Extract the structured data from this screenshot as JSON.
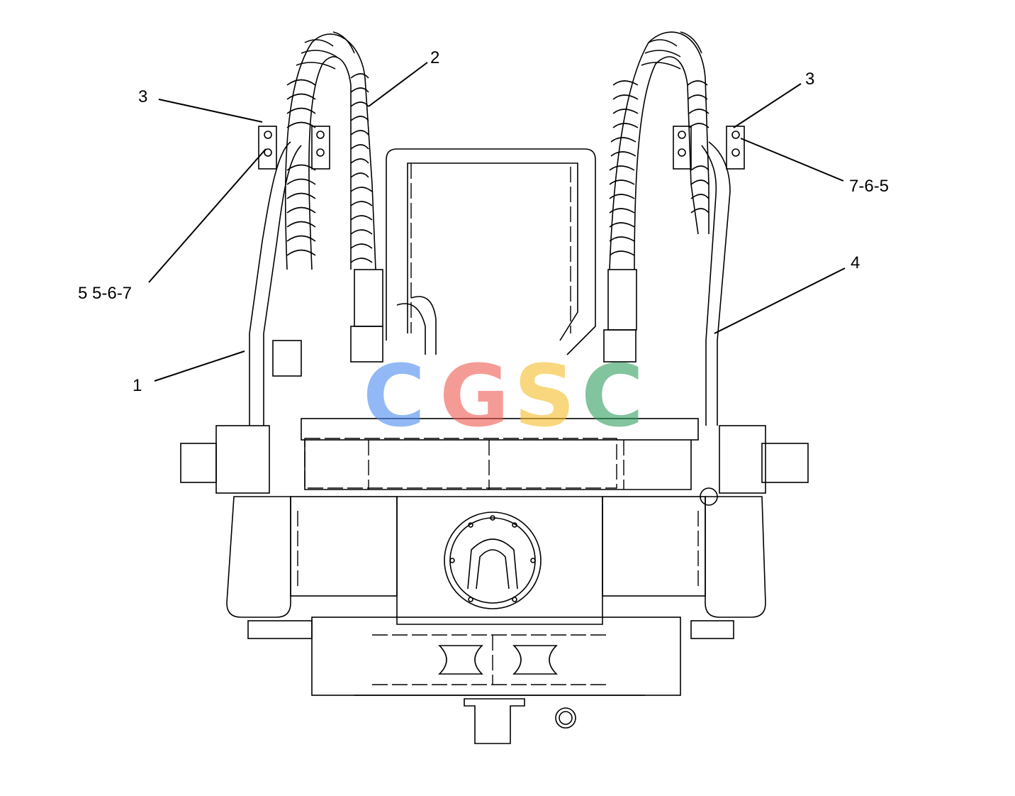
{
  "callouts": {
    "c1": "1",
    "c2": "2",
    "c3_left": "3",
    "c3_right": "3",
    "c4": "4",
    "c5_left": "5-6-7",
    "c5_left_prefix": "5",
    "c7_right": "7-6-5"
  },
  "watermark": {
    "letters": [
      "C",
      "G",
      "S",
      "C"
    ],
    "colors": [
      "#4a8cf0",
      "#ef5a4f",
      "#f6bd2a",
      "#2e9d5d"
    ]
  }
}
